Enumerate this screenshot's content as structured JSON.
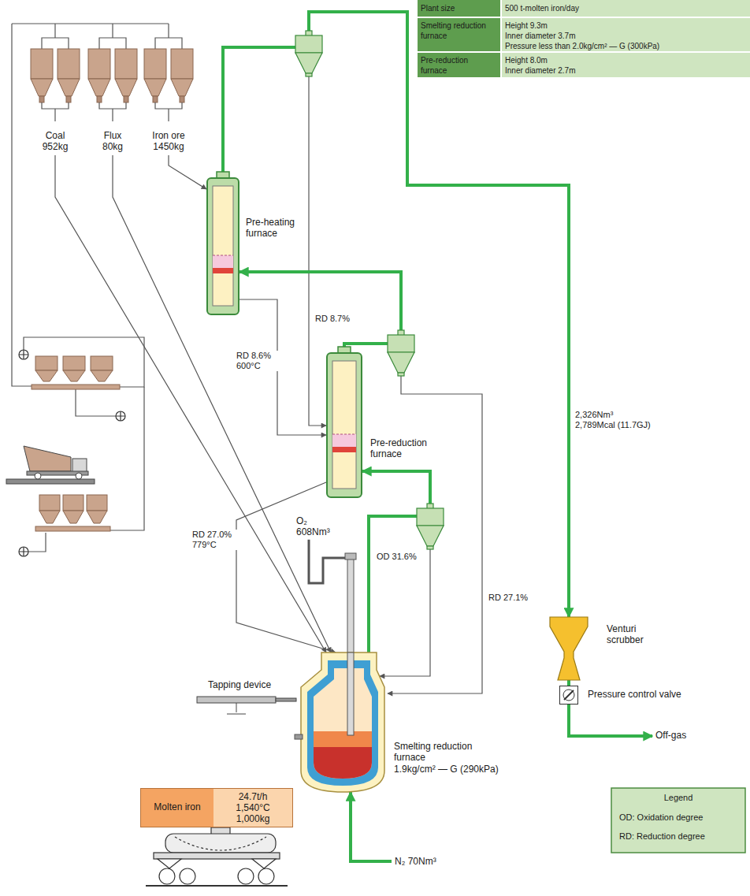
{
  "diagram": {
    "nodes": [
      {
        "text": [
          "Coal 952kg"
        ]
      },
      {
        "text": [
          "Flux 80kg"
        ]
      },
      {
        "text": [
          "Iron ore 1450kg"
        ]
      },
      {
        "text": [
          "Pre-heating furnace"
        ]
      },
      {
        "text": [
          "Pre-reduction furnace"
        ]
      },
      {
        "text": [
          "Smelting reduction furnace",
          "1.9kg/cm² — G (290kPa)"
        ]
      },
      {
        "text": [
          "O₂ 608Nm³"
        ]
      },
      {
        "text": [
          "N₂ 70Nm³"
        ]
      },
      {
        "text": [
          "Tapping device"
        ]
      },
      {
        "text": [
          "Molten iron",
          "24.7t/h 1,540°C 1,000kg"
        ]
      },
      {
        "text": [
          "Venturi scrubber"
        ]
      },
      {
        "text": [
          "Pressure control valve"
        ]
      },
      {
        "text": [
          "Off-gas"
        ]
      }
    ],
    "edges": [
      {
        "from": 0,
        "to": 5,
        "arrow": "to"
      },
      {
        "from": 1,
        "to": 5,
        "arrow": "to"
      },
      {
        "from": 2,
        "to": 3,
        "arrow": "to"
      },
      {
        "from": 3,
        "to": 4,
        "arrow": "to",
        "label": "RD 8.6% 600°C"
      },
      {
        "from": 3,
        "to": 4,
        "arrow": "to",
        "label": "RD 8.7%"
      },
      {
        "from": 4,
        "to": 5,
        "arrow": "to",
        "label": "RD 27.0% 779°C"
      },
      {
        "from": 4,
        "to": 5,
        "arrow": "to",
        "label": "RD 27.1%"
      },
      {
        "from": 5,
        "to": 4,
        "arrow": "to",
        "label": "OD 31.6%"
      },
      {
        "from": 4,
        "to": 3,
        "arrow": "to"
      },
      {
        "from": 3,
        "to": 10,
        "arrow": "to",
        "label": "2,326Nm³ 2,789Mcal (11.7GJ)"
      },
      {
        "from": 6,
        "to": 5,
        "arrow": "none"
      },
      {
        "from": 7,
        "to": 5,
        "arrow": "to"
      },
      {
        "from": 10,
        "to": 11,
        "arrow": "none"
      },
      {
        "from": 11,
        "to": 12,
        "arrow": "to"
      }
    ],
    "labels": [
      "Plant size",
      "500 t-molten iron/day",
      "Smelting reduction furnace",
      "Height 9.3m",
      "Inner diameter 3.7m",
      "Pressure less than 2.0kg/cm² — G (300kPa)",
      "Pre-reduction furnace",
      "Height 8.0m",
      "Inner diameter 2.7m",
      "Legend"
    ],
    "legend": [
      {
        "text": "OD: Oxidation degree"
      },
      {
        "text": "RD: Reduction degree"
      }
    ]
  }
}
